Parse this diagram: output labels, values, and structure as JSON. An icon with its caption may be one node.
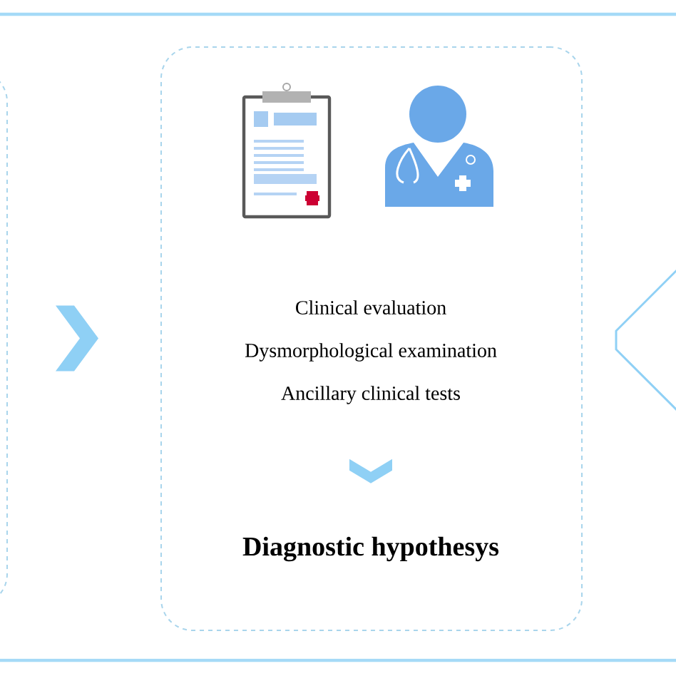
{
  "diagram": {
    "nodes": [
      {
        "text": [],
        "shape": "box"
      },
      {
        "text": [],
        "shape": "box"
      },
      {
        "text": [
          "Clinical evaluation",
          "Dysmorphological examination",
          "Ancillary clinical tests"
        ],
        "in": 1
      },
      {
        "text": [
          "Diagnostic hypothesys"
        ],
        "in": 1
      }
    ],
    "edges": [
      {
        "from": 0,
        "to": 1,
        "arrow": "to"
      },
      {
        "from": 2,
        "to": 3,
        "arrow": "to"
      }
    ]
  }
}
